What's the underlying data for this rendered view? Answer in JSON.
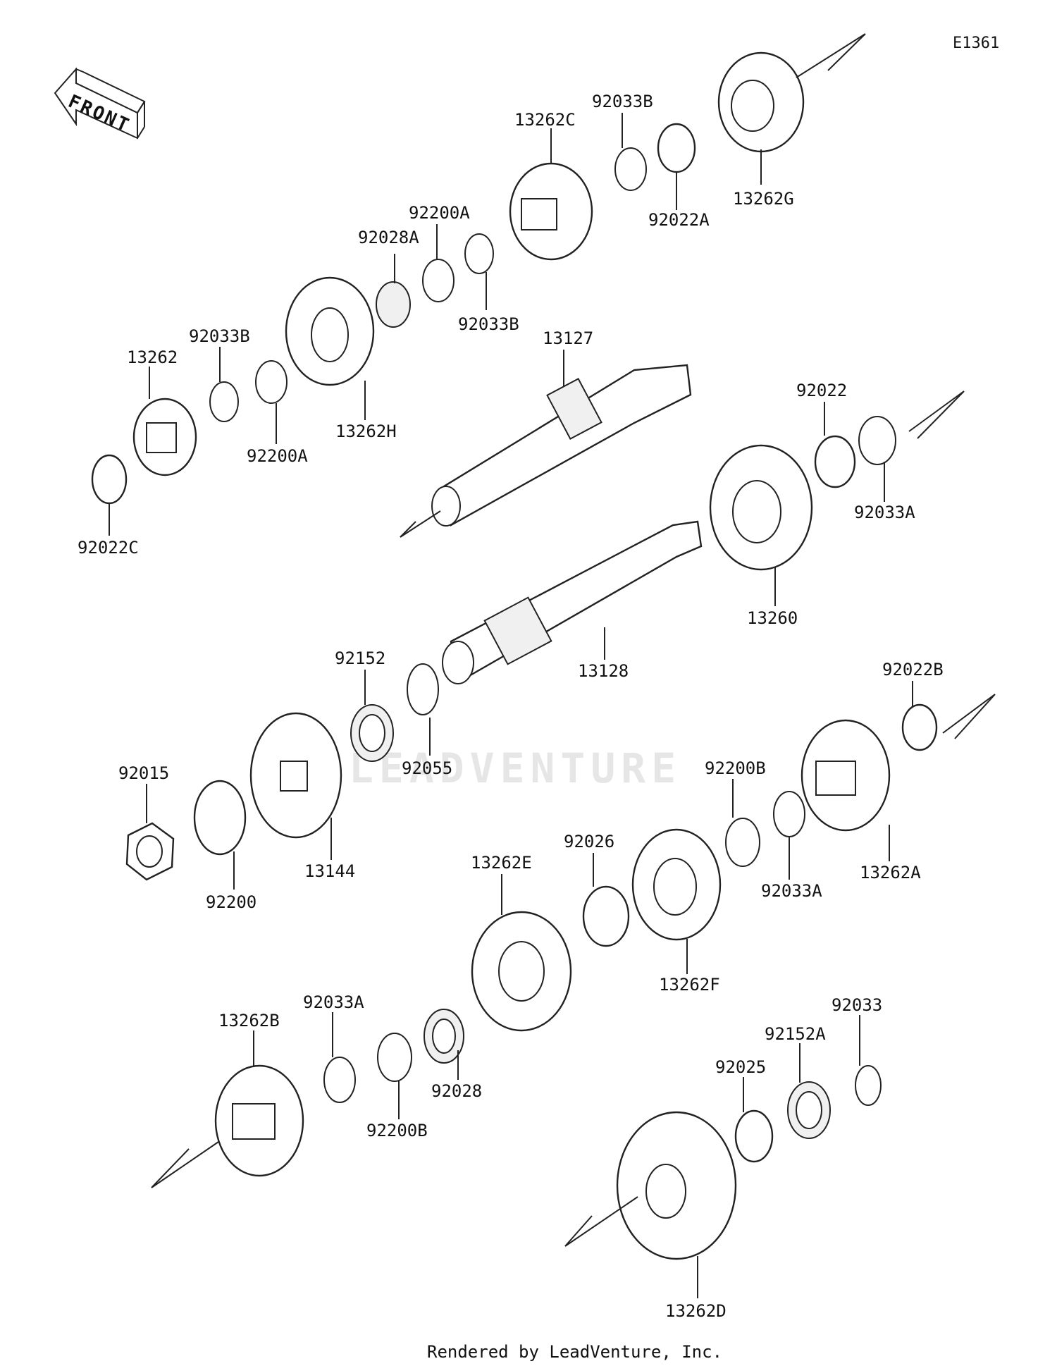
{
  "diagram": {
    "ref_code": "E1361",
    "front_label": "FRONT",
    "footer": "Rendered by LeadVenture, Inc.",
    "watermark": "LEADVENTURE",
    "labels": {
      "p13262C": "13262C",
      "p92033B_top": "92033B",
      "p92022A": "92022A",
      "p13262G": "13262G",
      "p92200A_top": "92200A",
      "p92028A": "92028A",
      "p92033B_mid": "92033B",
      "p92033B_left": "92033B",
      "p13262": "13262",
      "p92200A_left": "92200A",
      "p13262H": "13262H",
      "p92022C": "92022C",
      "p13127": "13127",
      "p92022": "92022",
      "p92033A_right": "92033A",
      "p13260": "13260",
      "p13128": "13128",
      "p92152": "92152",
      "p92055": "92055",
      "p92015": "92015",
      "p92200": "92200",
      "p13144": "13144",
      "p92022B": "92022B",
      "p92200B_right": "92200B",
      "p92026": "92026",
      "p13262E": "13262E",
      "p13262F": "13262F",
      "p92033A_mid": "92033A",
      "p13262A": "13262A",
      "p92033A_left": "92033A",
      "p13262B": "13262B",
      "p92200B_left": "92200B",
      "p92028": "92028",
      "p92033": "92033",
      "p92152A": "92152A",
      "p92025": "92025",
      "p13262D": "13262D"
    }
  }
}
